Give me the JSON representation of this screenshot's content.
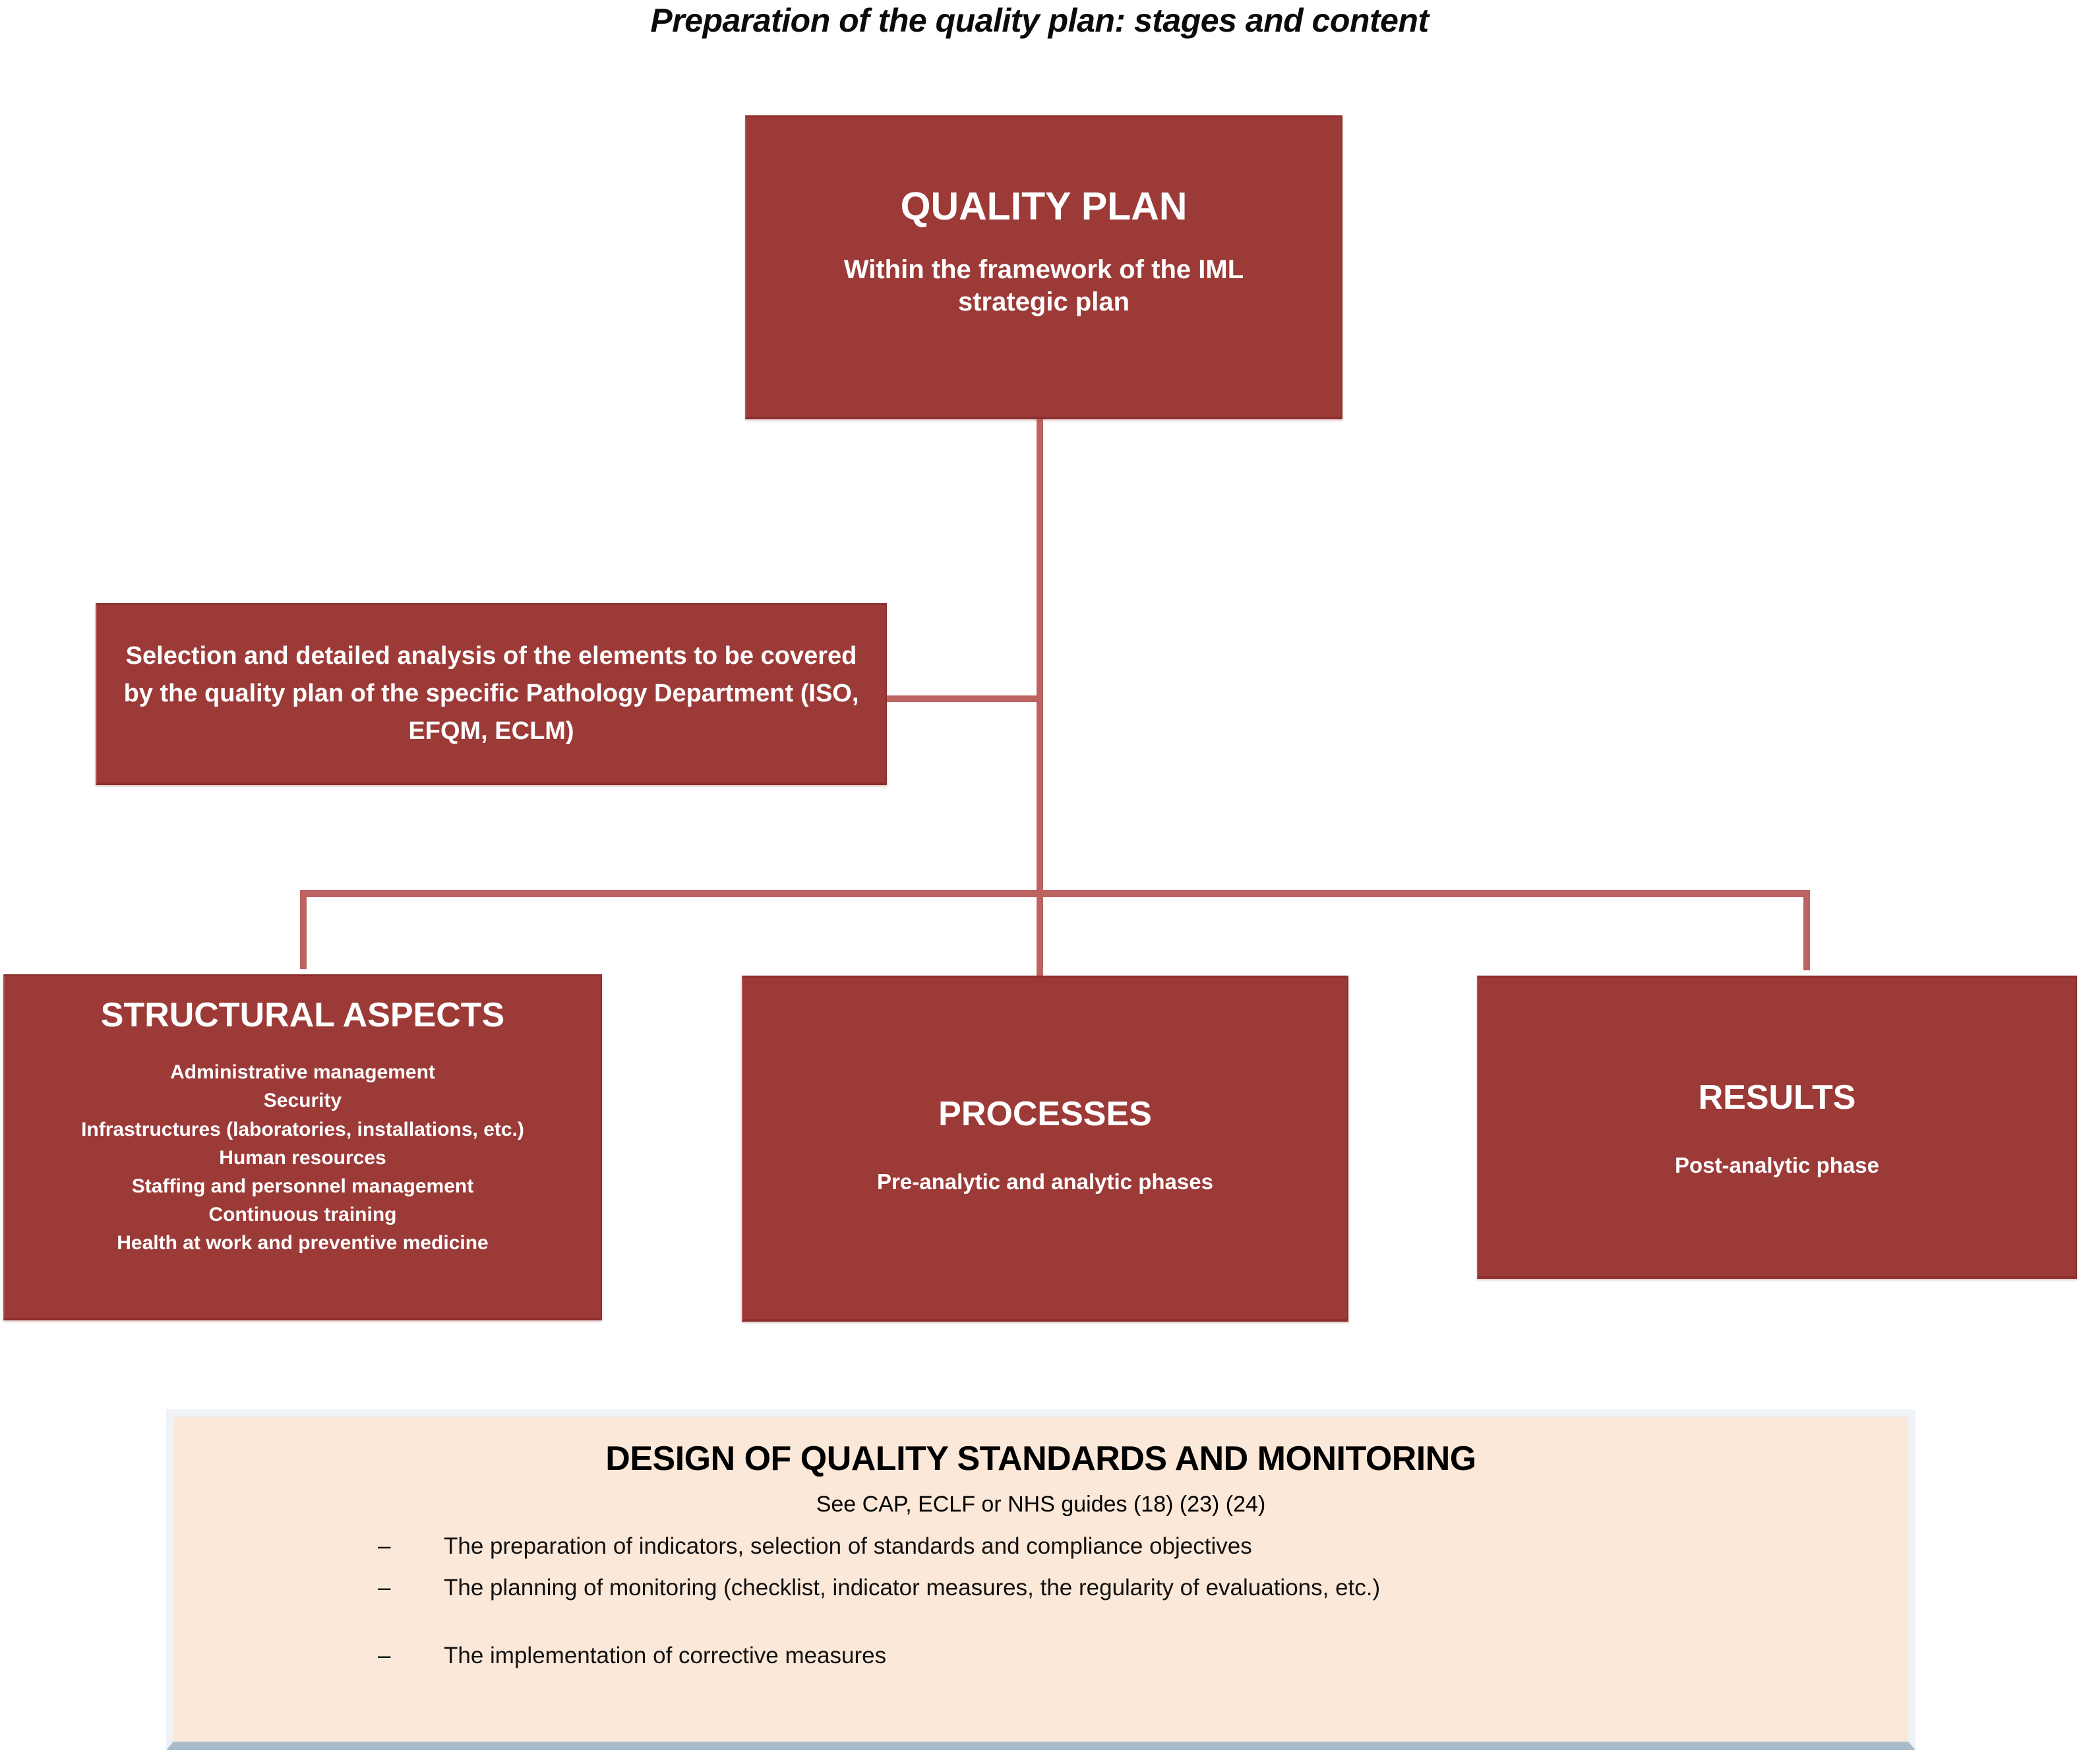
{
  "title": "Preparation of the quality plan: stages and content",
  "colors": {
    "node_fill": "#9c3a38",
    "connector": "#bd6361",
    "panel_fill": "#fce8d8",
    "panel_border": "#eff2f6",
    "node_text": "#ffffff"
  },
  "nodes": {
    "quality_plan": {
      "title": "QUALITY PLAN",
      "subtitle": "Within the framework of the IML strategic plan"
    },
    "selection": {
      "text": "Selection and detailed analysis of the elements to be covered by the quality plan of the specific Pathology Department (ISO, EFQM, ECLM)"
    },
    "structural": {
      "title": "STRUCTURAL ASPECTS",
      "items": [
        "Administrative management",
        "Security",
        "Infrastructures (laboratories, installations, etc.)",
        "Human resources",
        "Staffing and personnel management",
        "Continuous training",
        "Health at work and preventive medicine"
      ]
    },
    "processes": {
      "title": "PROCESSES",
      "subtitle": "Pre-analytic and analytic phases"
    },
    "results": {
      "title": "RESULTS",
      "subtitle": "Post-analytic phase"
    }
  },
  "design_panel": {
    "title": "DESIGN OF QUALITY STANDARDS AND MONITORING",
    "subtitle": "See CAP, ECLF or NHS guides (18) (23) (24)",
    "bullet_marker": "–",
    "bullets": [
      "The preparation of indicators, selection of standards and compliance objectives",
      "The planning of monitoring (checklist, indicator measures, the regularity of evaluations, etc.)",
      "The implementation of corrective measures"
    ]
  }
}
